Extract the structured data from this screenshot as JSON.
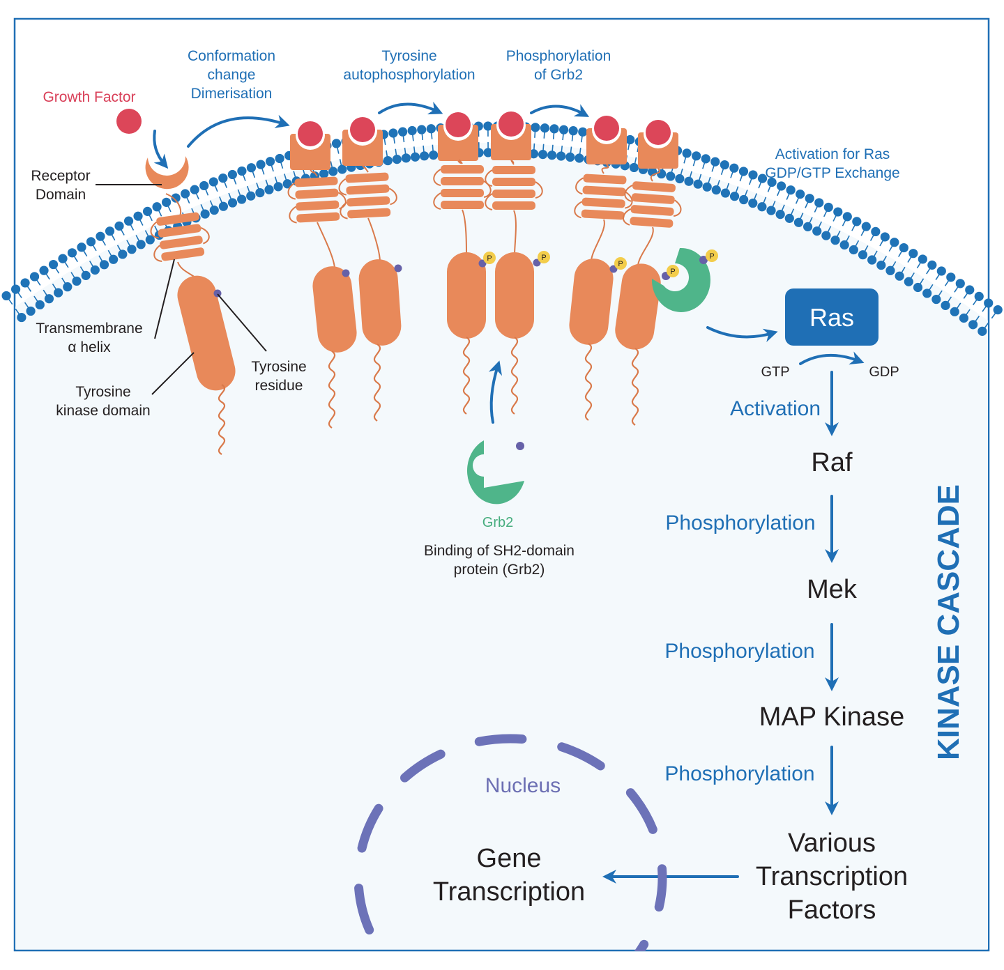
{
  "labels": {
    "growth_factor": "Growth Factor",
    "receptor_domain": [
      "Receptor",
      "Domain"
    ],
    "transmembrane_helix": [
      "Transmembrane",
      "α helix"
    ],
    "tyrosine_kinase_domain": [
      "Tyrosine",
      "kinase domain"
    ],
    "tyrosine_residue": [
      "Tyrosine",
      "residue"
    ],
    "conformation_change": [
      "Conformation",
      "change",
      "Dimerisation"
    ],
    "tyrosine_autophosphorylation": [
      "Tyrosine",
      "autophosphorylation"
    ],
    "phosphorylation_of_grb2": [
      "Phosphorylation",
      "of Grb2"
    ],
    "activation_ras_exchange": [
      "Activation for Ras",
      "GDP/GTP Exchange"
    ],
    "grb2": "Grb2",
    "binding_sh2": [
      "Binding of SH2-domain",
      "protein (Grb2)"
    ],
    "phospho_marker": "P",
    "nucleus": "Nucleus",
    "gene_transcription": [
      "Gene",
      "Transcription"
    ],
    "kinase_cascade_title": "KINASE CASCADE"
  },
  "cascade": {
    "ras": "Ras",
    "gtp": "GTP",
    "gdp": "GDP",
    "steps": [
      {
        "arrow_label": "Activation",
        "target": "Raf"
      },
      {
        "arrow_label": "Phosphorylation",
        "target": "Mek"
      },
      {
        "arrow_label": "Phosphorylation",
        "target": "MAP Kinase"
      },
      {
        "arrow_label": "Phosphorylation",
        "target": [
          "Various",
          "Transcription",
          "Factors"
        ]
      }
    ]
  },
  "colors": {
    "receptor": "#e8895a",
    "receptor_stroke": "#d9794a",
    "ligand": "#dc4659",
    "membrane_head": "#1f73b7",
    "cytoplasm": "#f4f9fc",
    "arrow": "#1f6fb5",
    "grb2": "#4fb58a",
    "phospho": "#f3cd4b",
    "tyrosine": "#6661a8",
    "nucleus": "#6c72b8",
    "frame": "#1f6fb5"
  }
}
